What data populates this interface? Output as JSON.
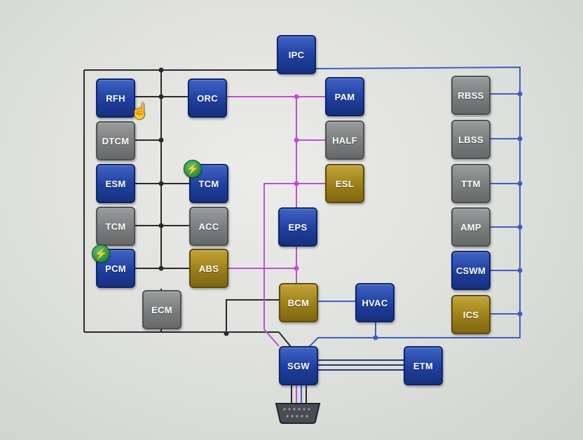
{
  "colors": {
    "blue_module": "#1f3f9e",
    "gray_module": "#7a7c7e",
    "gold_module": "#9b7f18",
    "bus_black": "#2a2a2a",
    "bus_magenta": "#c04fd0",
    "bus_blue": "#3d5fc0",
    "flash_badge": "#2b8d3d"
  },
  "modules": {
    "ipc": "IPC",
    "rfh": "RFH",
    "dtcm": "DTCM",
    "esm": "ESM",
    "tcm_gray": "TCM",
    "pcm": "PCM",
    "ecm": "ECM",
    "orc": "ORC",
    "tcm_blue": "TCM",
    "acc": "ACC",
    "abs": "ABS",
    "pam": "PAM",
    "half": "HALF",
    "esl": "ESL",
    "eps": "EPS",
    "bcm": "BCM",
    "hvac": "HVAC",
    "rbss": "RBSS",
    "lbss": "LBSS",
    "ttm": "TTM",
    "amp": "AMP",
    "cswm": "CSWM",
    "ics": "ICS",
    "sgw": "SGW",
    "etm": "ETM"
  },
  "icons": {
    "flash": "lightning-bolt",
    "cursor": "hand-pointer",
    "connector": "obd-port"
  },
  "glyphs": {
    "flash": "⚡",
    "cursor": "☝"
  }
}
